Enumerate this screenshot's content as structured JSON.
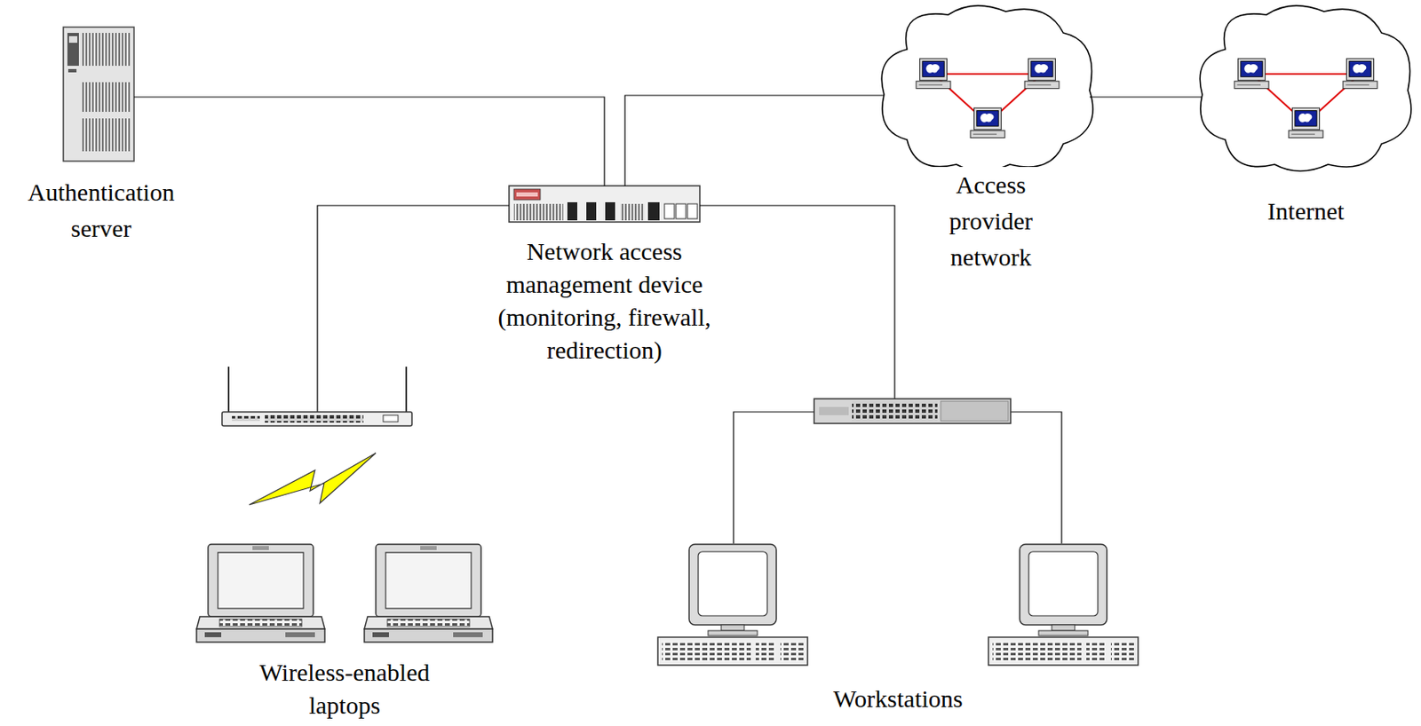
{
  "diagram": {
    "nodes": [
      {
        "text": [
          "Authentication server"
        ]
      },
      {
        "text": [
          "Access provider network"
        ]
      },
      {
        "text": [
          "Internet"
        ]
      },
      {
        "text": [
          "Network access management device (monitoring, firewall, redirection)"
        ]
      },
      {
        "text": [
          "Wireless-enabled laptops"
        ]
      },
      {
        "text": [
          "Workstations"
        ]
      }
    ],
    "edges": [
      {
        "from": 0,
        "to": 3,
        "arrow": "none"
      },
      {
        "from": 3,
        "to": 1,
        "arrow": "none"
      },
      {
        "from": 1,
        "to": 2,
        "arrow": "none"
      }
    ]
  }
}
